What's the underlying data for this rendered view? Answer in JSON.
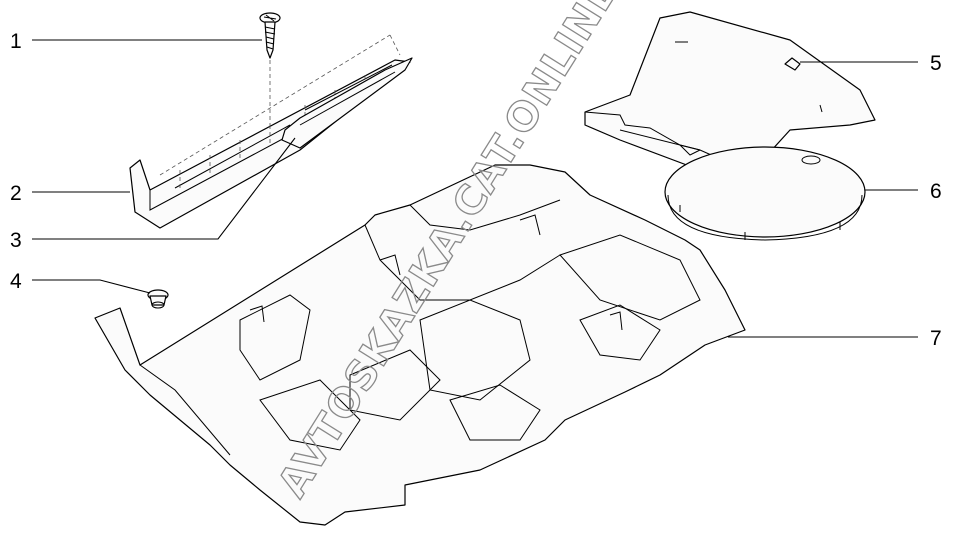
{
  "callouts": [
    {
      "id": "1",
      "label": "1"
    },
    {
      "id": "2",
      "label": "2"
    },
    {
      "id": "3",
      "label": "3"
    },
    {
      "id": "4",
      "label": "4"
    },
    {
      "id": "5",
      "label": "5"
    },
    {
      "id": "6",
      "label": "6"
    },
    {
      "id": "7",
      "label": "7"
    }
  ],
  "watermark": "AVTOSKAZKA.CAT.ONLINE"
}
